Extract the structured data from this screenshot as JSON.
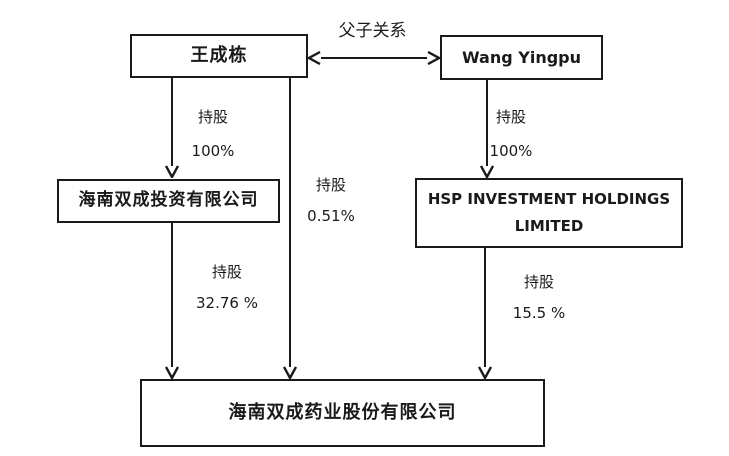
{
  "diagram": {
    "relationship": {
      "label": "父子关系"
    },
    "nodes": {
      "wang_chengdong": {
        "label": "王成栋"
      },
      "wang_yingpu": {
        "label": "Wang Yingpu"
      },
      "investment_co": {
        "label": "海南双成投资有限公司"
      },
      "hsp_investment": {
        "line1": "HSP INVESTMENT HOLDINGS",
        "line2": "LIMITED"
      },
      "pharma_co": {
        "label": "海南双成药业股份有限公司"
      }
    },
    "edges": {
      "chengdong_to_investment": {
        "title": "持股",
        "value": "100%"
      },
      "chengdong_to_pharma": {
        "title": "持股",
        "value": "0.51%"
      },
      "yingpu_to_hsp": {
        "title": "持股",
        "value": "100%"
      },
      "investment_to_pharma": {
        "title": "持股",
        "value": "32.76 %"
      },
      "hsp_to_pharma": {
        "title": "持股",
        "value": "15.5 %"
      }
    },
    "colors": {
      "line": "#1a1a1a",
      "box_border": "#1a1a1a",
      "text": "#1a1a1a",
      "background": "#ffffff"
    }
  }
}
